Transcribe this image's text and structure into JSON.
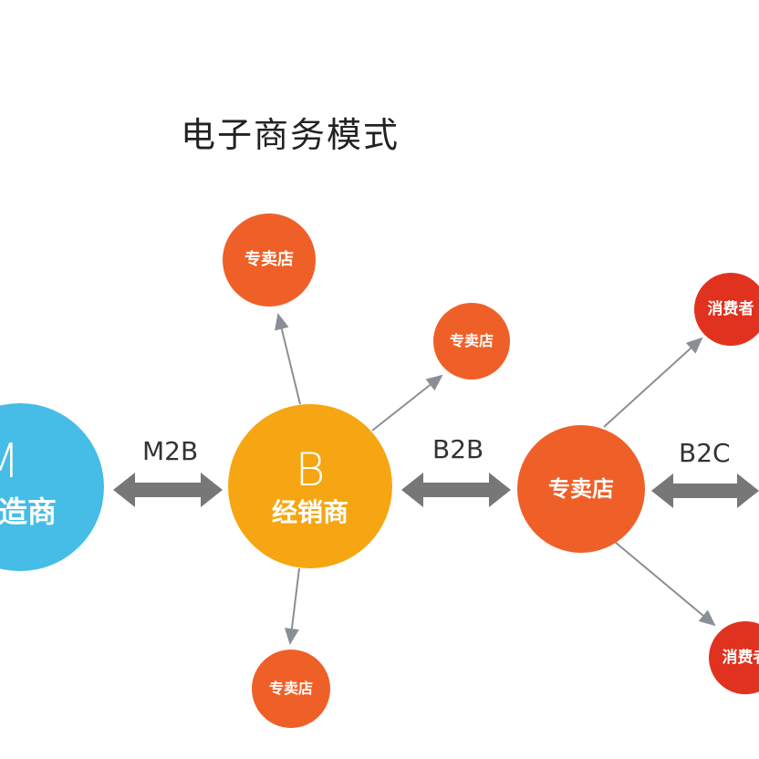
{
  "title": "电子商务模式",
  "colors": {
    "manufacturer": "#45bde6",
    "distributor": "#f5a612",
    "store": "#ef6028",
    "consumer": "#e0321f",
    "arrow": "#777777",
    "thin_arrow": "#8a8f96"
  },
  "nodes": {
    "manufacturer": {
      "letter": "M",
      "label": "制造商"
    },
    "distributor": {
      "letter": "B",
      "label": "经销商"
    },
    "store_main": {
      "label": "专卖店"
    },
    "store_top": {
      "label": "专卖店"
    },
    "store_upper_right": {
      "label": "专卖店"
    },
    "store_bottom": {
      "label": "专卖店"
    },
    "consumer_top": {
      "label": "消费者"
    },
    "consumer_bottom": {
      "label": "消费者"
    }
  },
  "links": {
    "m2b": "M2B",
    "b2b": "B2B",
    "b2c": "B2C"
  }
}
